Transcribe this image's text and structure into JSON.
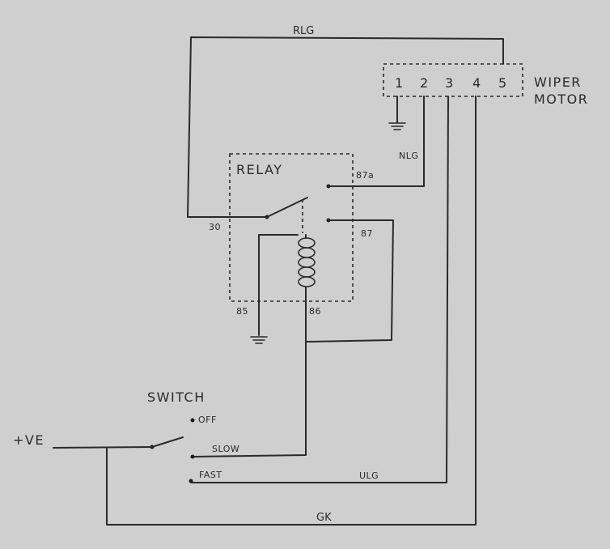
{
  "diagram": {
    "wire_labels": {
      "top": "RLG",
      "relay_87a": "NLG",
      "fast_line": "ULG",
      "bottom": "GK"
    },
    "motor": {
      "title_line1": "WIPER",
      "title_line2": "MOTOR",
      "terminals": [
        "1",
        "2",
        "3",
        "4",
        "5"
      ]
    },
    "relay": {
      "title": "RELAY",
      "pins": {
        "p30": "30",
        "p87a": "87a",
        "p87": "87",
        "p85": "85",
        "p86": "86"
      }
    },
    "switch": {
      "title": "SWITCH",
      "positions": {
        "off": "OFF",
        "slow": "SLOW",
        "fast": "FAST"
      }
    },
    "supply": "+VE"
  }
}
